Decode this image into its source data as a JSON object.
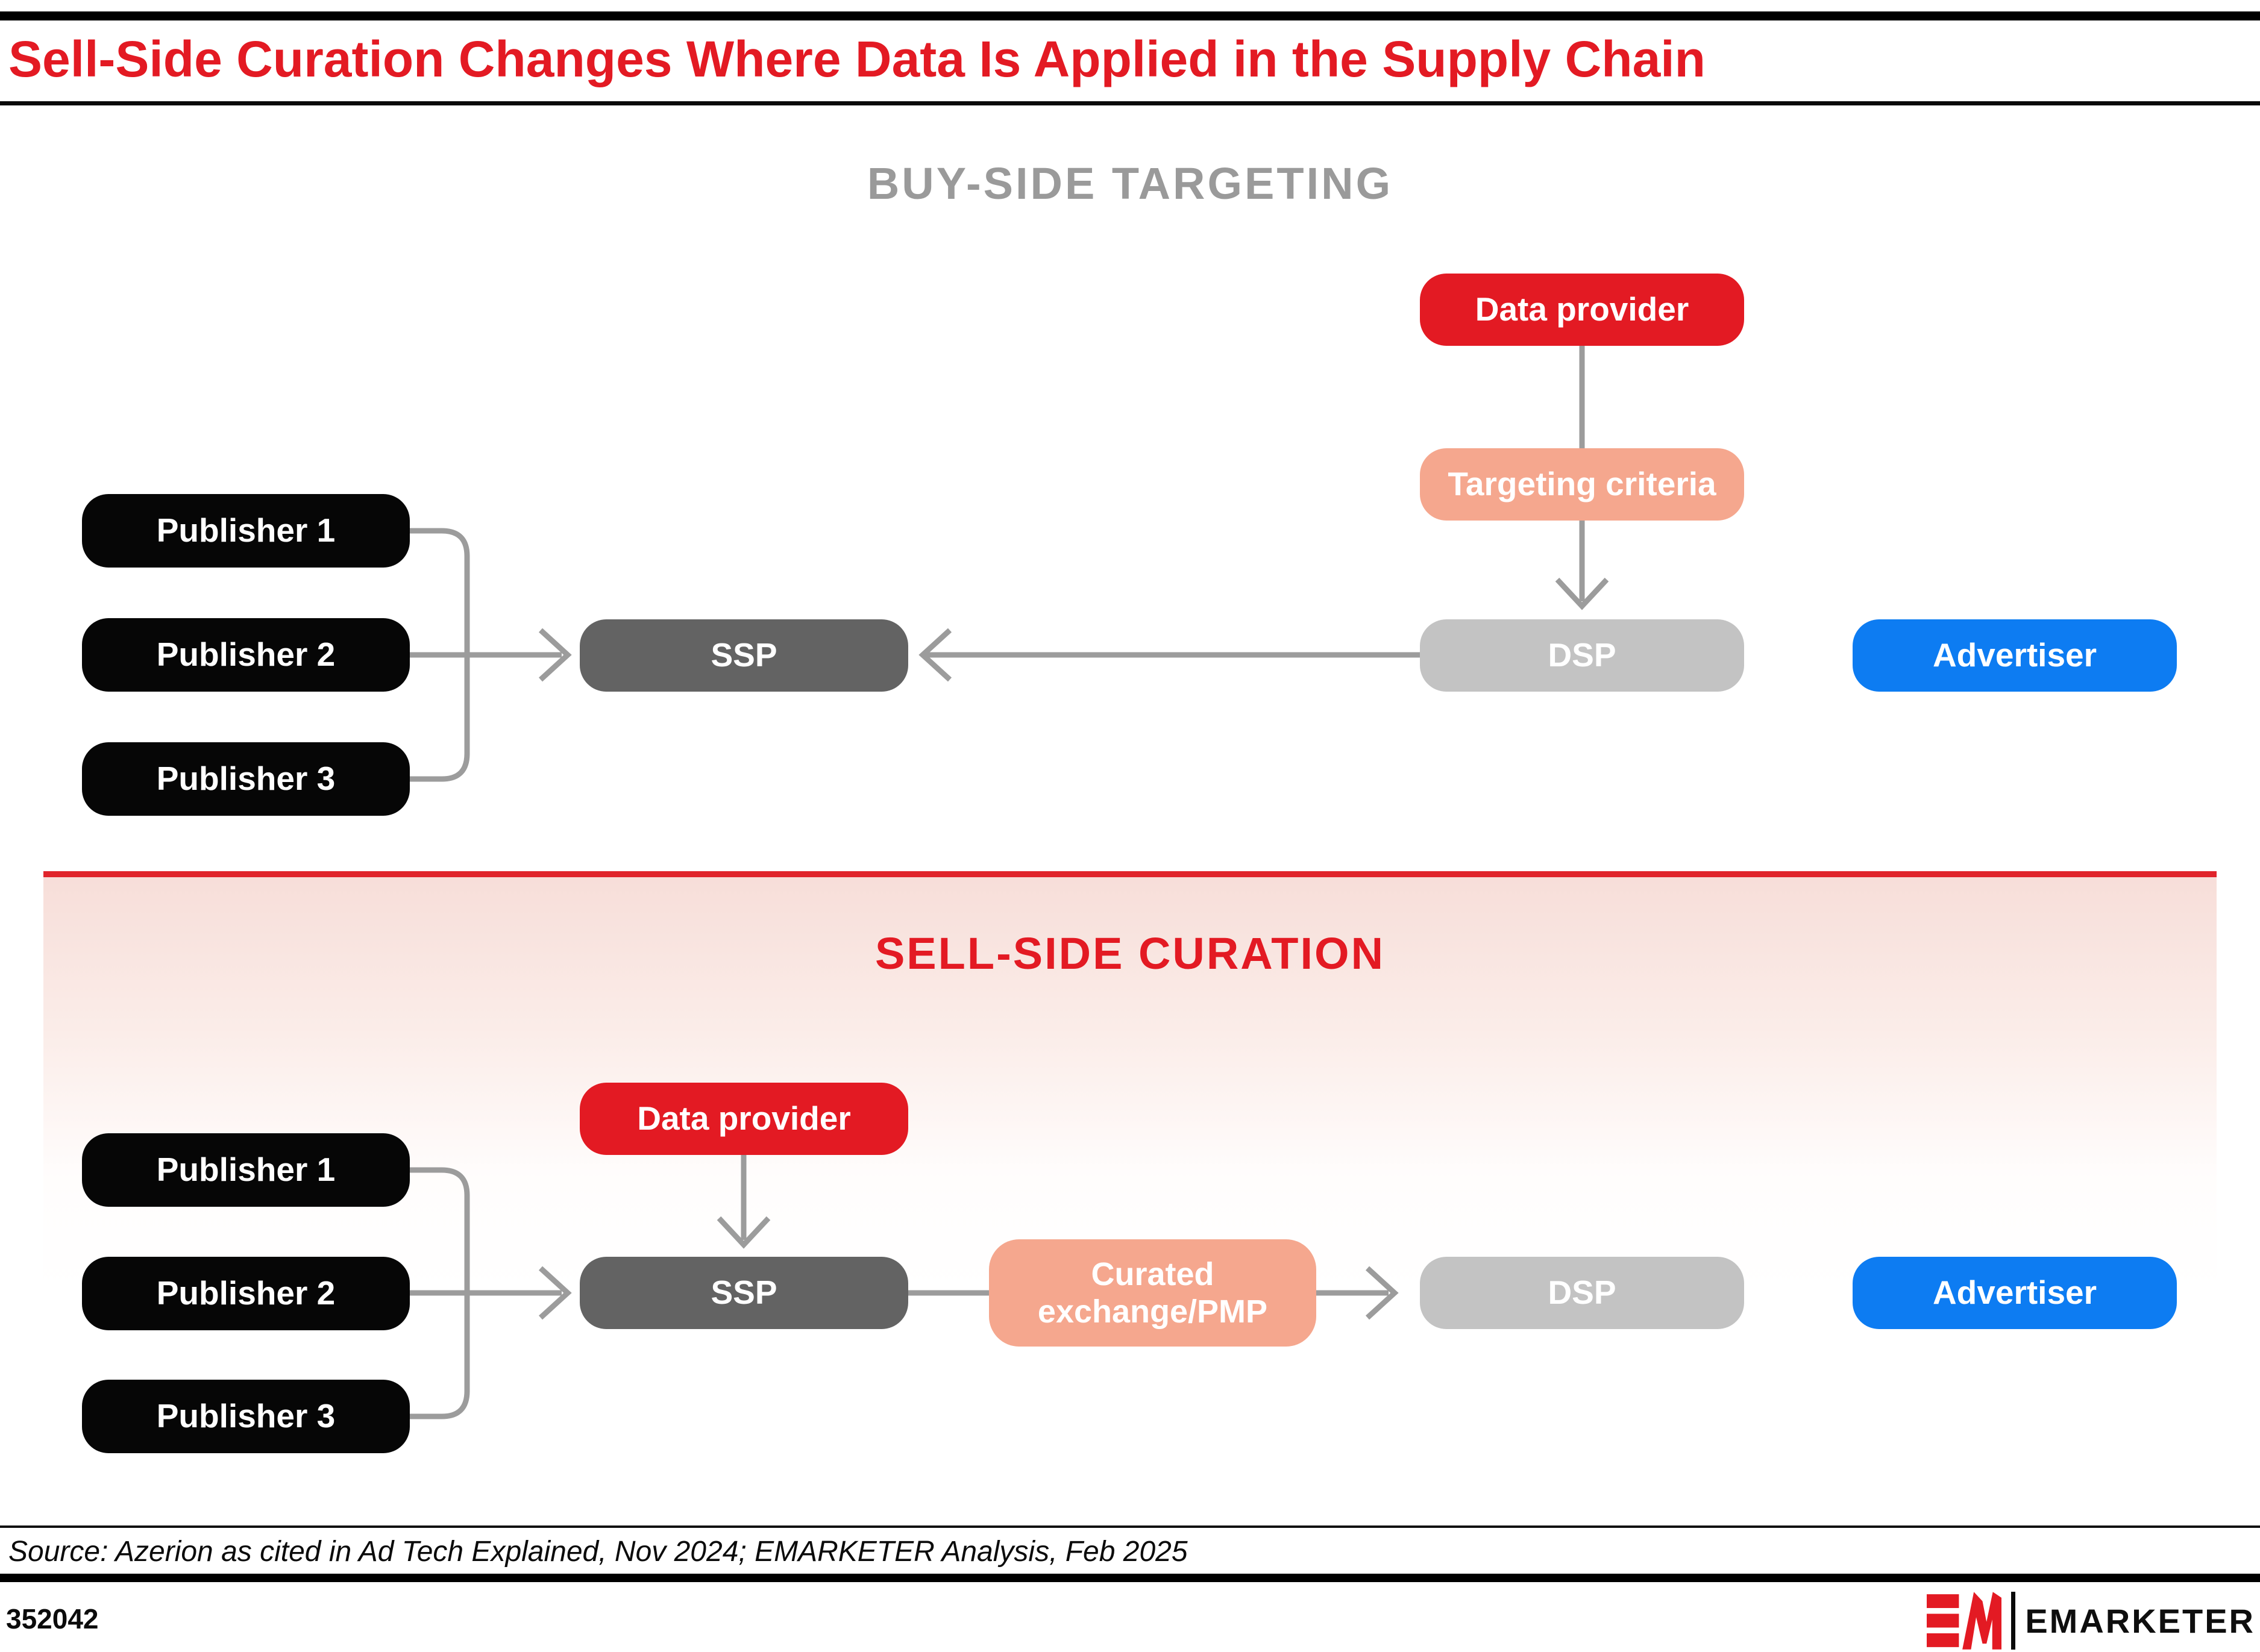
{
  "header": {
    "title": "Sell-Side Curation Changes Where Data Is Applied in the Supply Chain"
  },
  "buy_side": {
    "heading": "BUY-SIDE TARGETING",
    "publishers": [
      "Publisher 1",
      "Publisher 2",
      "Publisher 3"
    ],
    "data_provider": "Data provider",
    "targeting_criteria": "Targeting criteria",
    "ssp": "SSP",
    "dsp": "DSP",
    "advertiser": "Advertiser"
  },
  "sell_side": {
    "heading": "SELL-SIDE CURATION",
    "publishers": [
      "Publisher 1",
      "Publisher 2",
      "Publisher 3"
    ],
    "data_provider": "Data provider",
    "curated_exchange": "Curated exchange/PMP",
    "ssp": "SSP",
    "dsp": "DSP",
    "advertiser": "Advertiser"
  },
  "footer": {
    "source": "Source: Azerion as cited in Ad Tech Explained, Nov 2024; EMARKETER Analysis, Feb 2025",
    "chart_id": "352042",
    "brand_name": "EMARKETER"
  },
  "colors": {
    "accent_red": "#E31A23",
    "salmon": "#F5A78E",
    "ssp_dark_gray": "#636363",
    "dsp_light_gray": "#C3C3C3",
    "advertiser_blue": "#0D7CF2",
    "publisher_black": "#060606",
    "heading_gray": "#9A9A9A",
    "connector_gray": "#9C9C9C",
    "gradient_pink_top": "#F7DED9"
  }
}
